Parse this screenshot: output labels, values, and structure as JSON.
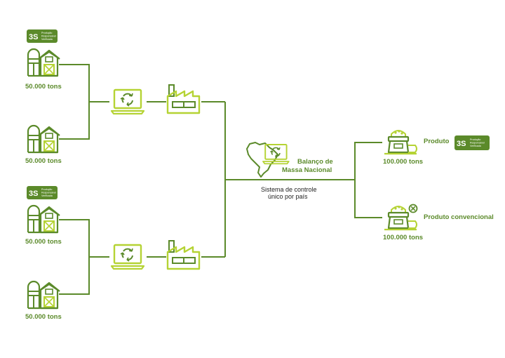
{
  "colors": {
    "line": "#5b8a2a",
    "dark_green": "#5b8a2a",
    "light_green": "#b5d334",
    "badge_bg": "#5b8a2a"
  },
  "badge": {
    "mark": "3S",
    "line1": "Produção",
    "line2": "Responsável",
    "line3": "Verificada"
  },
  "farms": [
    {
      "tons": "50.000 tons",
      "certified": true
    },
    {
      "tons": "50.000 tons",
      "certified": false
    },
    {
      "tons": "50.000 tons",
      "certified": true
    },
    {
      "tons": "50.000 tons",
      "certified": false
    }
  ],
  "center": {
    "title_line1": "Balanço de",
    "title_line2": "Massa Nacional",
    "system_line1": "Sistema de controle",
    "system_line2": "único por país"
  },
  "outputs": [
    {
      "label": "Produto",
      "tons": "100.000 tons",
      "certified": true
    },
    {
      "label": "Produto convencional",
      "tons": "100.000 tons",
      "certified": false
    }
  ],
  "icons": {
    "farm": "barn-silo-icon",
    "laptop": "laptop-recycle-icon",
    "factory": "factory-icon",
    "map": "brazil-map-icon",
    "sack": "grain-sack-icon",
    "reject": "x-circle-icon"
  }
}
